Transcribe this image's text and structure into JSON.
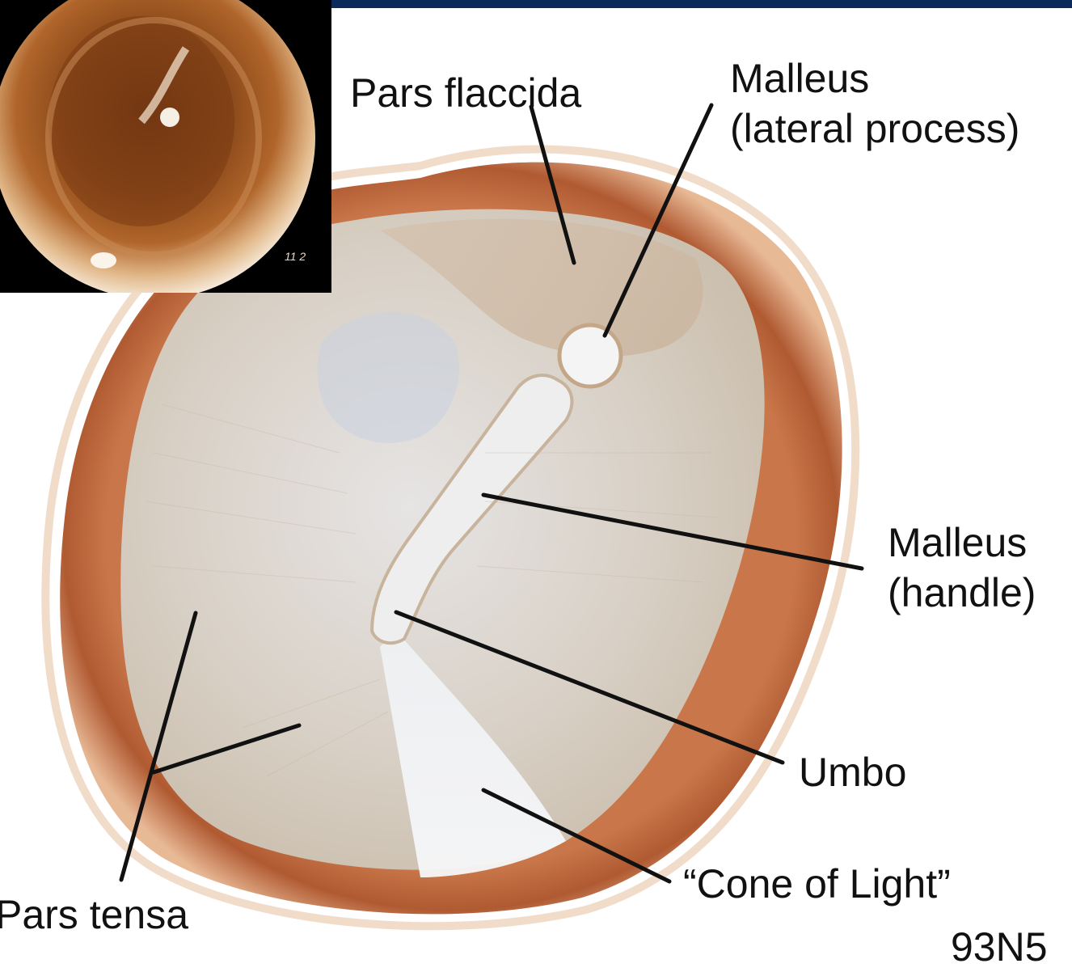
{
  "labels": {
    "pars_flaccida": "Pars flaccida",
    "malleus_lateral_line1": "Malleus",
    "malleus_lateral_line2": "(lateral process)",
    "malleus_handle_line1": "Malleus",
    "malleus_handle_line2": "(handle)",
    "umbo": "Umbo",
    "cone_of_light": "“Cone of Light”",
    "pars_tensa": "Pars tensa",
    "figure_code": "93N5"
  },
  "inset_photo": {
    "caption_mark": "11 2"
  },
  "colors": {
    "top_bar": "#0b2a5a",
    "canal_wall": "#b8663c",
    "membrane": "#ddd6cc",
    "leader_lines": "#111111"
  }
}
